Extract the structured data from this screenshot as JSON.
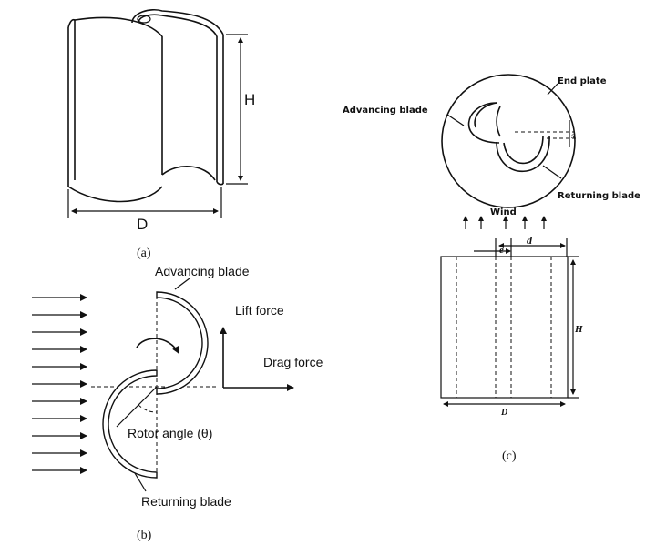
{
  "panel_a": {
    "label": "(a)",
    "height_label": "H",
    "diameter_label": "D"
  },
  "panel_b": {
    "label": "(b)",
    "advancing_blade": "Advancing blade",
    "returning_blade": "Returning blade",
    "lift_force": "Lift force",
    "drag_force": "Drag force",
    "rotor_angle": "Rotor angle (θ)"
  },
  "panel_c": {
    "label": "(c)",
    "end_plate": "End plate",
    "advancing_blade": "Advancing blade",
    "returning_blade": "Returning blade",
    "wind": "Wind",
    "gap_label": "s",
    "overlap_label": "e",
    "chord_label": "d",
    "height_label": "H",
    "diameter_label": "D"
  }
}
